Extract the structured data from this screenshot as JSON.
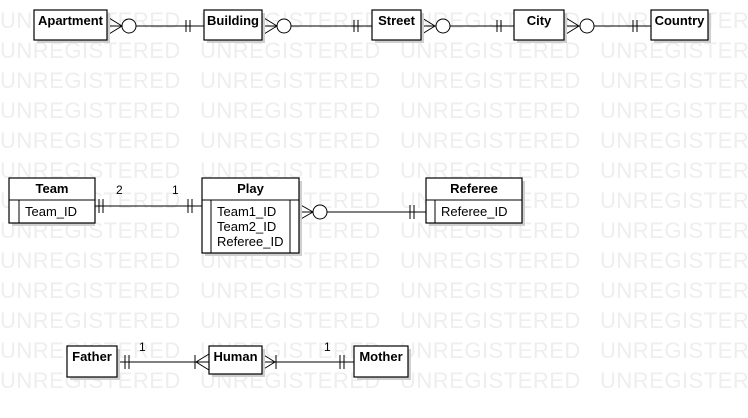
{
  "watermark": {
    "text": "UNREGISTERED"
  },
  "entities": {
    "apartment": {
      "title": "Apartment"
    },
    "building": {
      "title": "Building"
    },
    "street": {
      "title": "Street"
    },
    "city": {
      "title": "City"
    },
    "country": {
      "title": "Country"
    },
    "team": {
      "title": "Team",
      "attrs": [
        "Team_ID"
      ]
    },
    "play": {
      "title": "Play",
      "attrs": [
        "Team1_ID",
        "Team2_ID",
        "Referee_ID"
      ]
    },
    "referee": {
      "title": "Referee",
      "attrs": [
        "Referee_ID"
      ]
    },
    "father": {
      "title": "Father"
    },
    "human": {
      "title": "Human"
    },
    "mother": {
      "title": "Mother"
    }
  },
  "cardinalities": {
    "team_play_team_side": "2",
    "team_play_play_side": "1",
    "father_human": "1",
    "mother_human": "1"
  },
  "colors": {
    "line": "#000000",
    "box_fill": "#ffffff",
    "shadow": "#cfcfcf",
    "watermark": "#eeeeee"
  }
}
